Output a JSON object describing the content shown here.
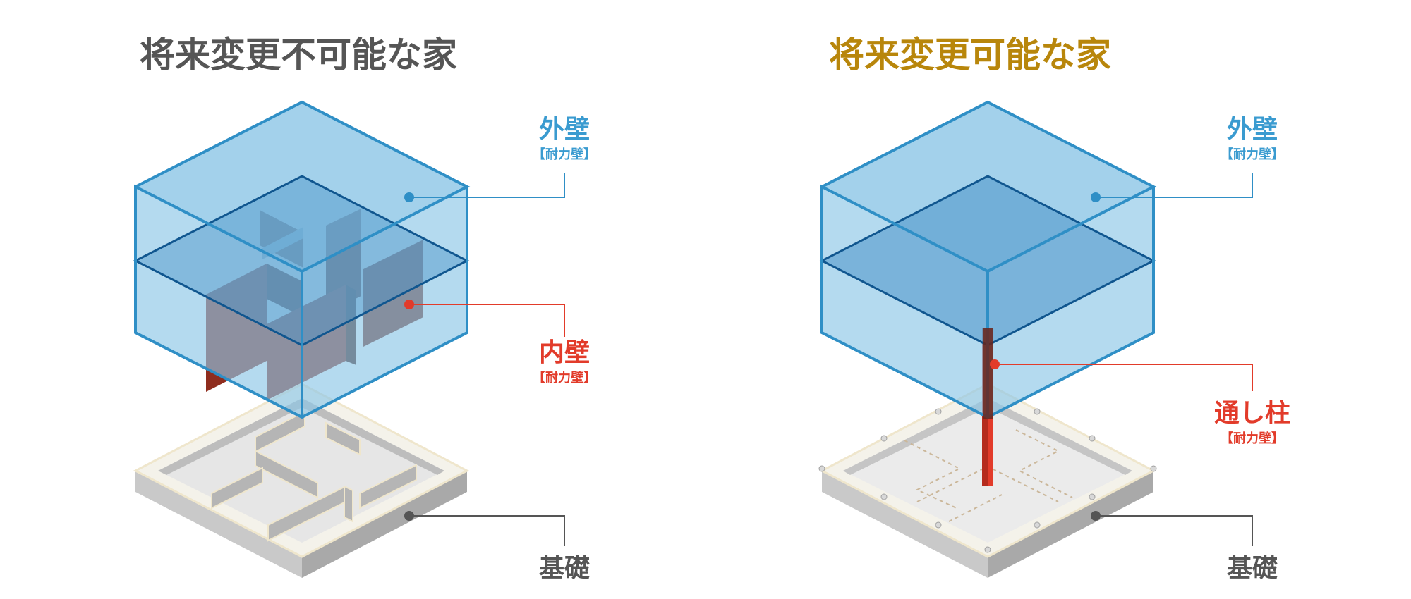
{
  "left": {
    "title": "将来変更不可能な家",
    "labels": {
      "outer_wall": {
        "name": "外壁",
        "sub": "【耐力壁】"
      },
      "inner_wall": {
        "name": "内壁",
        "sub": "【耐力壁】"
      },
      "foundation": {
        "name": "基礎"
      }
    }
  },
  "right": {
    "title": "将来変更可能な家",
    "labels": {
      "outer_wall": {
        "name": "外壁",
        "sub": "【耐力壁】"
      },
      "column": {
        "name": "通し柱",
        "sub": "【耐力壁】"
      },
      "foundation": {
        "name": "基礎"
      }
    }
  },
  "colors": {
    "title_left": "#555555",
    "title_right": "#b8860b",
    "outer_wall": "#3a9bd0",
    "inner_wall": "#e23b2a",
    "foundation": "#555555",
    "glass_fill": "#8cc6e6",
    "glass_edge": "#2f8fc6",
    "glass_inner_edge": "#10568f",
    "wall_dark": "#5a2318",
    "wall_red": "#8f2d1e",
    "column_red": "#e23b2a",
    "concrete_light": "#f4f4f2",
    "concrete_mid": "#cfcfcf",
    "concrete_dark": "#a9a9a9",
    "foundation_edge": "#efe6cc"
  }
}
